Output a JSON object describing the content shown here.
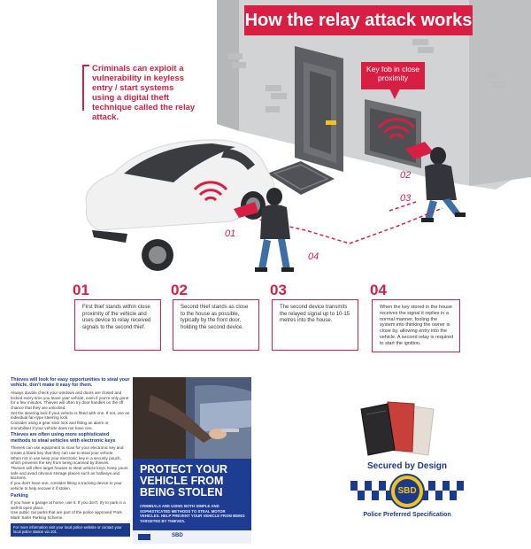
{
  "infographic": {
    "title": "How the relay attack works",
    "intro": "Criminals can exploit a vulnerability in keyless entry / start systems using a digital theft technique called the relay attack.",
    "keyfob_callout": "Key fob in close proximity",
    "map_labels": [
      "01",
      "02",
      "03",
      "04"
    ],
    "steps": [
      {
        "number": "01",
        "text": "First thief stands within close proximity of the vehicle and uses device to relay received signals to the second thief."
      },
      {
        "number": "02",
        "text": "Second thief stands as close to the house as possible, typically by the front door, holding the second device."
      },
      {
        "number": "03",
        "text": "The second device transmits the relayed signal up to 10-15 metres into the house."
      },
      {
        "number": "04",
        "text": "When the key stored in the house receives the signal it replies in a normal manner, fooling the system into thinking the owner is close by, allowing entry into the vehicle. A second relay is required to start the ignition."
      }
    ]
  },
  "leaflet": {
    "heading1": "Thieves will look for easy opportunities to steal your vehicle, don't make it easy for them.",
    "bullets1": [
      "Always double check your windows and doors are closed and locked every time you leave your vehicle, even if you're only gone for a few minutes. Thieves will often try door handles on the off chance that they are unlocked.",
      "Set the steering lock if your vehicle is fitted with one. If not, use an individual fan-type steering lock.",
      "Consider using a gear stick lock and fitting an alarm or immobiliser if your vehicle does not have one."
    ],
    "heading2": "Thieves are often using more sophisticated methods to steal vehicles with electronic keys",
    "bullets2": [
      "Thieves can use equipment to scan for your electronic key and create a blank key that they can use to steal your vehicle.",
      "When not in use keep your electronic key in a security pouch, which prevents the key from being scanned by thieves.",
      "Thieves will often target houses to steal vehicle keys. Keep yours safe and avoid obvious storage places such as hallways and kitchens.",
      "If you don't have one, consider fitting a tracking device to your vehicle to help recover it if stolen."
    ],
    "heading3": "Parking",
    "bullets3": [
      "If you have a garage at home, use it. If you don't, try to park in a well-lit open place.",
      "Use public car parks that are part of the police approved 'Park Mark' Safer Parking Scheme."
    ],
    "footer": "For more information visit your local police website or contact your local police station via 101."
  },
  "poster": {
    "title": "PROTECT YOUR VEHICLE FROM BEING STOLEN",
    "subtitle": "CRIMINALS ARE USING BOTH SIMPLE AND SOPHISTICATED METHODS TO STEAL MOTOR VEHICLES. HELP PREVENT YOUR VEHICLE FROM BEING TARGETED BY THIEVES.",
    "footer_logo": "SBD"
  },
  "product": {
    "secured_by_design": "Secured by Design",
    "badge_text": "SBD",
    "caption": "Police Preferred Specification"
  },
  "colors": {
    "accent": "#d81f43",
    "navy": "#1b3a8c",
    "wall": "#c9cacc"
  }
}
